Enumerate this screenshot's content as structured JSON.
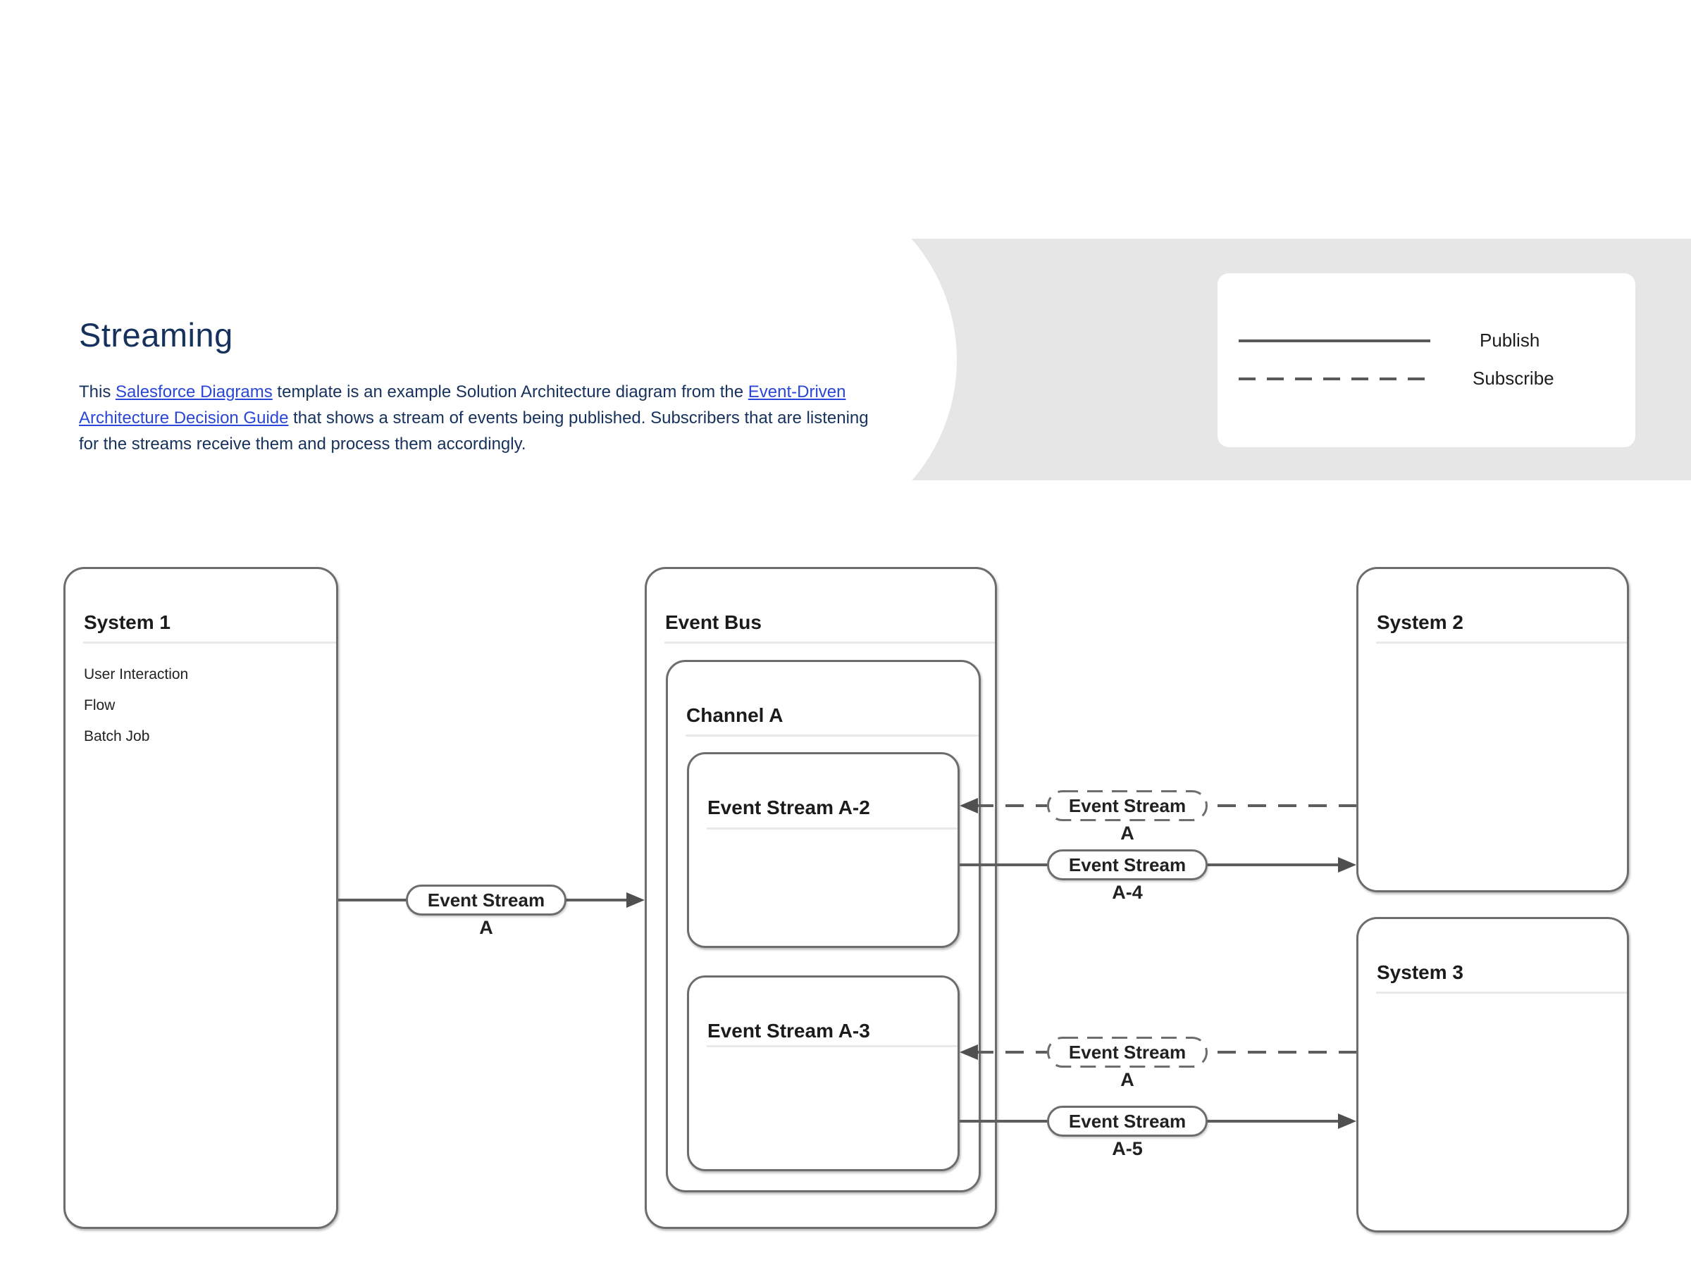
{
  "page": {
    "title": "Streaming",
    "description_lines": [
      [
        {
          "text": "This ",
          "link": false
        },
        {
          "text": "Salesforce Diagrams",
          "link": true,
          "name": "salesforce-diagrams-link"
        },
        {
          "text": " template is an example Solution Architecture diagram from the ",
          "link": false
        },
        {
          "text": "Event-Driven",
          "link": true,
          "name": "event-driven-guide-link"
        }
      ],
      [
        {
          "text": "Architecture Decision Guide",
          "link": true,
          "name": "event-driven-guide-link"
        },
        {
          "text": " that shows a stream of events being published. Subscribers that are listening",
          "link": false
        }
      ],
      [
        {
          "text": "for the streams receive them and process them accordingly.",
          "link": false
        }
      ]
    ]
  },
  "legend": {
    "publish_label": "Publish",
    "subscribe_label": "Subscribe"
  },
  "diagram": {
    "system1": {
      "title": "System 1",
      "items": [
        "User Interaction",
        "Flow",
        "Batch Job"
      ]
    },
    "event_bus": {
      "title": "Event Bus"
    },
    "channel_a": {
      "title": "Channel A"
    },
    "stream_a2": {
      "title": "Event Stream A-2"
    },
    "stream_a3": {
      "title": "Event Stream A-3"
    },
    "system2": {
      "title": "System 2"
    },
    "system3": {
      "title": "System 3"
    },
    "flows": [
      {
        "type": "publish",
        "label": "Event Stream",
        "sub": "A",
        "from": "System 1",
        "to": "Event Bus"
      },
      {
        "type": "subscribe",
        "label": "Event Stream",
        "sub": "A",
        "from": "System 2",
        "to": "Event Stream A-2"
      },
      {
        "type": "publish",
        "label": "Event Stream",
        "sub": "A-4",
        "from": "Event Stream A-2",
        "to": "System 2"
      },
      {
        "type": "subscribe",
        "label": "Event Stream",
        "sub": "A",
        "from": "System 3",
        "to": "Event Stream A-3"
      },
      {
        "type": "publish",
        "label": "Event Stream",
        "sub": "A-5",
        "from": "Event Stream A-3",
        "to": "System 3"
      }
    ]
  },
  "colors": {
    "heading": "#16325c",
    "body_text": "#16325c",
    "link": "#2a46d8",
    "band_bg": "#e6e6e6",
    "box_border": "#6d6d6d",
    "divider": "#e9e9e9",
    "arrow": "#5e5e5e",
    "label_text": "#212121"
  }
}
